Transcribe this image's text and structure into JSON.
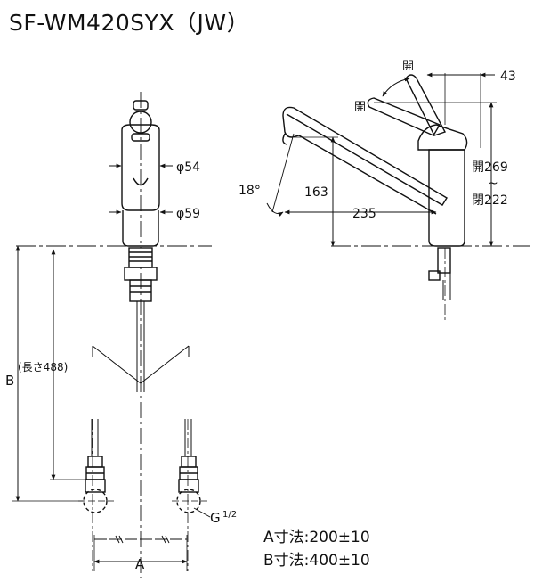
{
  "title": "SF-WM420SYX（JW）",
  "front_view": {
    "dia_top": "φ54",
    "dia_bottom": "φ59",
    "length": "(長さ488)",
    "dim_b": "B",
    "dim_a": "A",
    "thread": "G",
    "thread_frac": "1/2"
  },
  "side_view": {
    "open_top": "開",
    "open_mid": "開",
    "dim_43": "43",
    "angle": "18°",
    "height_163": "163",
    "reach_235": "235",
    "open_269": "開269",
    "tilde": "~",
    "open_222": "閉222"
  },
  "specs": {
    "a": "A寸法:200±10",
    "b": "B寸法:400±10"
  }
}
